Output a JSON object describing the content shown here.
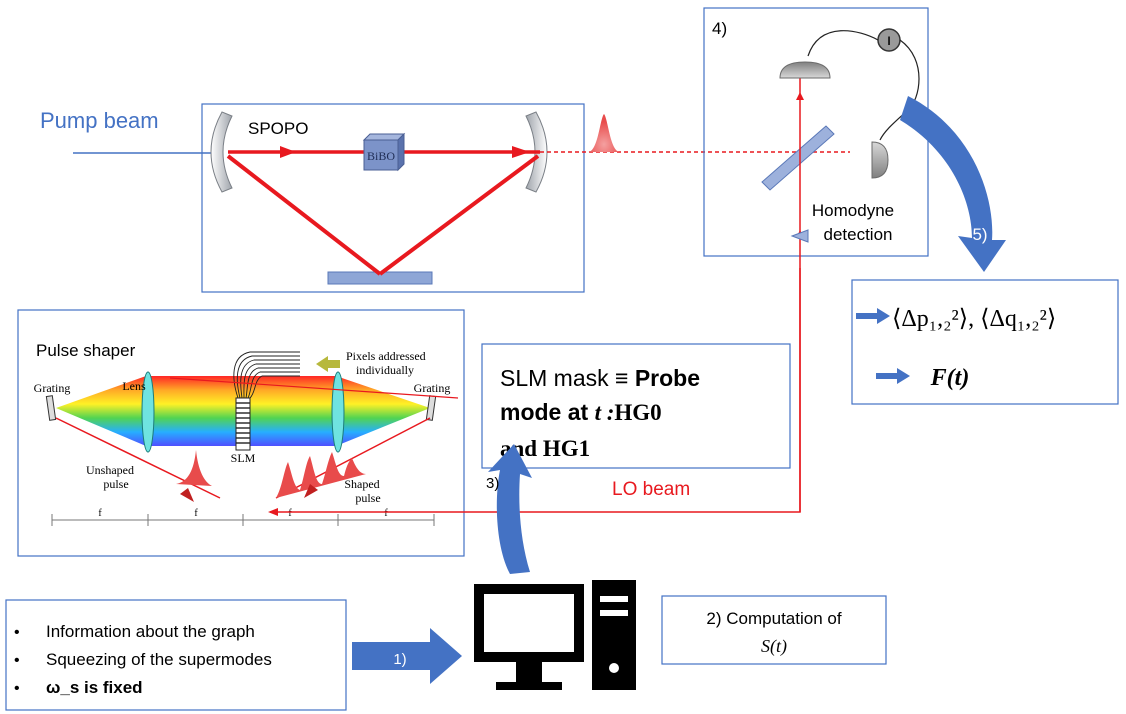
{
  "labels": {
    "pump_beam": "Pump beam",
    "spopo": "SPOPO",
    "crystal": "BiBO",
    "step4": "4)",
    "homodyne_line1": "Homodyne",
    "homodyne_line2": "detection",
    "detector_symbol": "I",
    "step5": "5)",
    "result_1": "⟨Δp₁,₂²⟩, ⟨Δq₁,₂²⟩",
    "result_2": "F(t)",
    "pulse_shaper": "Pulse shaper",
    "pixels_line1": "Pixels addressed",
    "pixels_line2": "individually",
    "lens": "Lens",
    "grating_left": "Grating",
    "grating_right": "Grating",
    "slm": "SLM",
    "unshaped_line1": "Unshaped",
    "unshaped_line2": "pulse",
    "shaped_line1": "Shaped",
    "shaped_line2": "pulse",
    "focal": "f",
    "slm_mask_prefix": "SLM mask ≡ ",
    "slm_mask_bold": "Probe",
    "slm_mask_line2_a": "mode at ",
    "slm_mask_line2_t": "t :",
    "slm_mask_line2_b": "HG0",
    "slm_mask_line3": "and HG1",
    "lo_beam": "LO beam",
    "step3": "3)",
    "step1": "1)",
    "info_items": [
      "Information about the graph",
      "Squeezing of the supermodes",
      "ω_s is fixed"
    ],
    "bullet": "•",
    "computation_line1": "2) Computation of",
    "computation_line2": "S(t)"
  },
  "colors": {
    "beam_red": "#e8191f",
    "blue_arrow": "#4472c4",
    "box_border": "#4472c4",
    "pump_blue": "#4472c4",
    "mirror_blue": "#8ea6d6"
  }
}
